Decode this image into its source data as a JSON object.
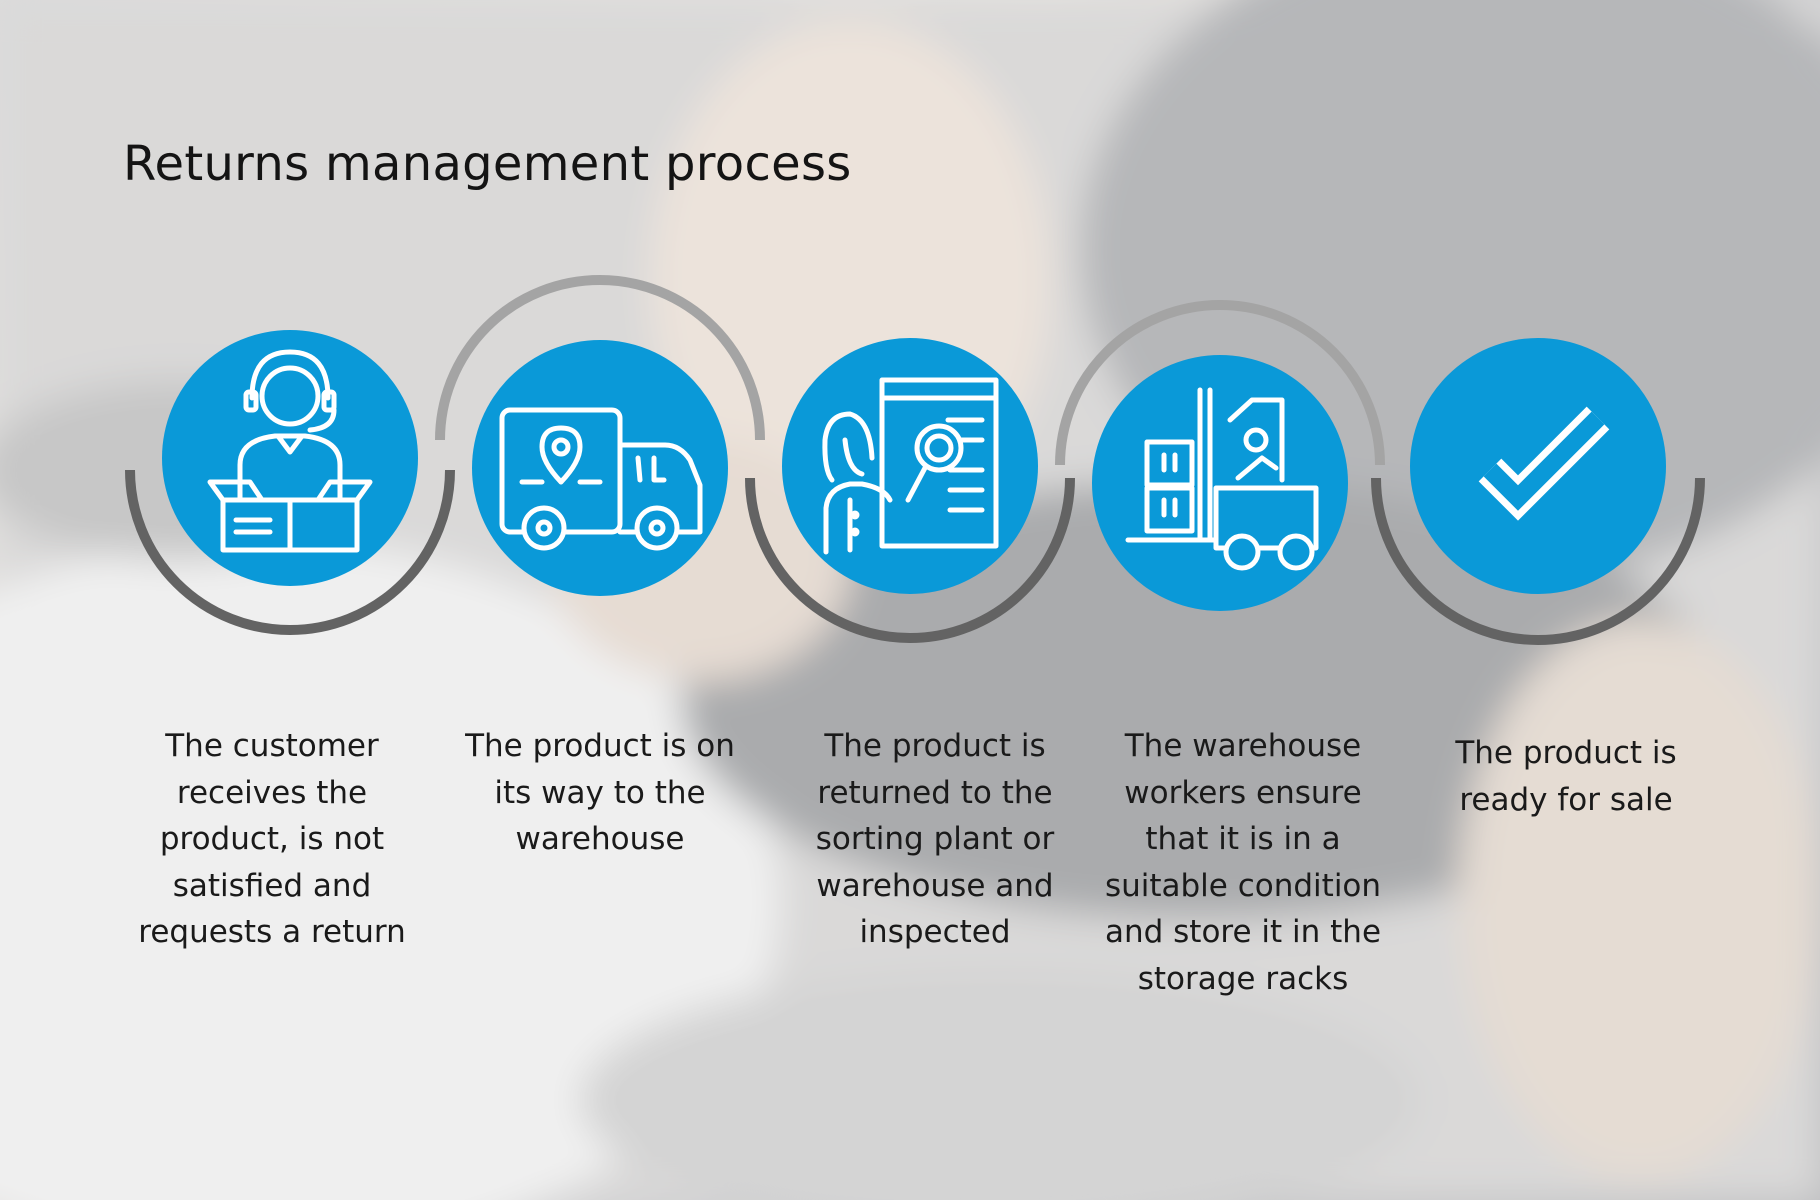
{
  "title": "Returns management process",
  "colors": {
    "accent": "#0a99d8",
    "arc_dark": "#636363",
    "arc_light": "#a4a4a4",
    "icon_stroke": "#ffffff",
    "text": "#1a1a1a"
  },
  "steps": [
    {
      "icon": "customer-support-with-box-icon",
      "text": "The customer receives the product, is not satisfied and requests a return",
      "lines": [
        "The customer",
        "receives the",
        "product, is not",
        "satisfied and",
        "requests a return"
      ]
    },
    {
      "icon": "delivery-truck-location-icon",
      "text": "The product is on its way to the warehouse",
      "lines": [
        "The product is on",
        "its way to the",
        "warehouse"
      ]
    },
    {
      "icon": "inspection-magnifier-icon",
      "text": "The product is returned to the sorting plant or warehouse and inspected",
      "lines": [
        "The product is",
        "returned to the",
        "sorting plant or",
        "warehouse and",
        "inspected"
      ]
    },
    {
      "icon": "forklift-boxes-icon",
      "text": "The warehouse workers ensure that it is in a suitable condition and store it in the storage racks",
      "lines": [
        "The warehouse",
        "workers ensure",
        "that it is in a",
        "suitable condition",
        "and store it in the",
        "storage racks"
      ]
    },
    {
      "icon": "checkmark-icon",
      "text": "The product is ready for sale",
      "lines": [
        "The product is",
        "ready for sale"
      ]
    }
  ]
}
